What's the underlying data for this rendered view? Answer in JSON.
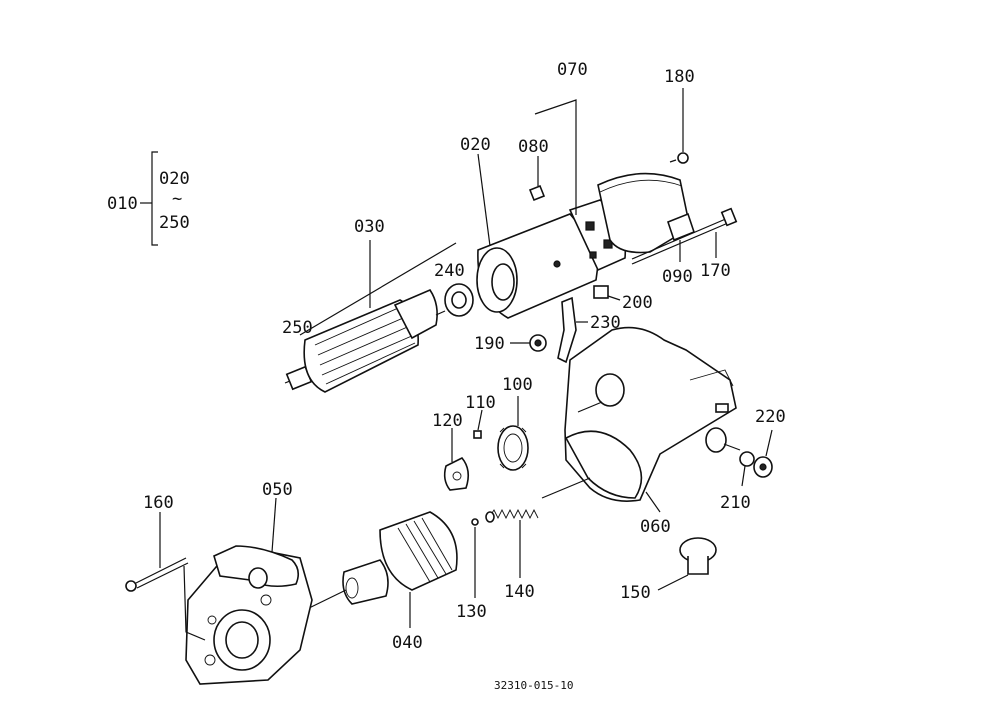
{
  "labels": {
    "p010": "010",
    "p020_range": "020",
    "tilde": "~",
    "p250_range": "250",
    "p020": "020",
    "p030": "030",
    "p040": "040",
    "p050": "050",
    "p060": "060",
    "p070": "070",
    "p080": "080",
    "p090": "090",
    "p100": "100",
    "p110": "110",
    "p120": "120",
    "p130": "130",
    "p140": "140",
    "p150": "150",
    "p160": "160",
    "p170": "170",
    "p180": "180",
    "p190": "190",
    "p200": "200",
    "p210": "210",
    "p220": "220",
    "p230": "230",
    "p240": "240",
    "p250": "250"
  },
  "caption": "32310-015-10"
}
